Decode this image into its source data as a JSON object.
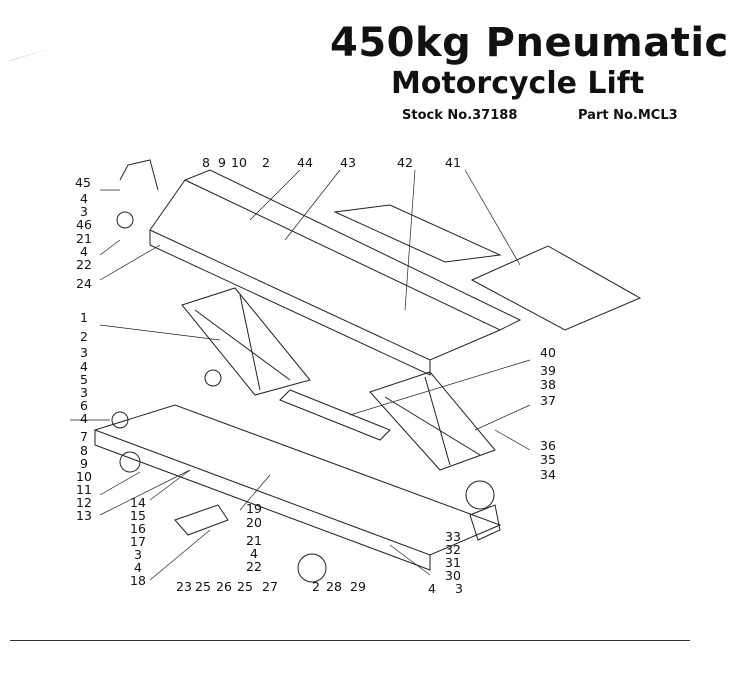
{
  "header": {
    "title_line1": "450kg Pneumatic",
    "title_line2": "Motorcycle Lift",
    "stock_no": "Stock No.37188",
    "part_no": "Part No.MCL3"
  },
  "diagram": {
    "callouts_left": [
      "45",
      "4",
      "3",
      "46",
      "21",
      "4",
      "22",
      "24",
      "1",
      "2",
      "3",
      "4",
      "5",
      "3",
      "6",
      "4",
      "7",
      "8",
      "9",
      "10",
      "11",
      "12",
      "13",
      "14",
      "15",
      "16",
      "17",
      "3",
      "4",
      "18"
    ],
    "callouts_top": [
      "8",
      "9",
      "10",
      "2",
      "44",
      "43",
      "42",
      "41"
    ],
    "callouts_right": [
      "40",
      "39",
      "38",
      "37",
      "36",
      "35",
      "34",
      "33",
      "32",
      "31",
      "30"
    ],
    "callouts_bottom": [
      "19",
      "20",
      "21",
      "4",
      "22",
      "23",
      "25",
      "26",
      "25",
      "27",
      "2",
      "28",
      "29",
      "4",
      "3"
    ]
  }
}
